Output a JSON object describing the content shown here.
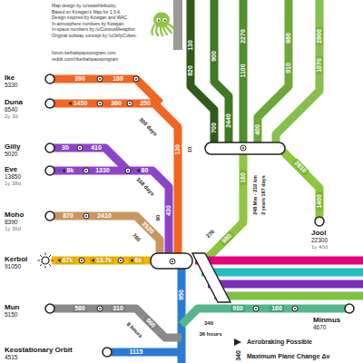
{
  "diagram": {
    "nodes": [
      {
        "text": [
          "Ike",
          "5330"
        ]
      },
      {
        "text": [
          "Duna",
          "6540",
          "2y 3d"
        ]
      },
      {
        "text": [
          "Gilly",
          "5020"
        ]
      },
      {
        "text": [
          "Eve",
          "13850",
          "1y 38d"
        ]
      },
      {
        "text": [
          "Moho",
          "8390",
          "1y 36d"
        ]
      },
      {
        "text": [
          "Kerbol",
          "91050"
        ]
      },
      {
        "text": [
          "Mun",
          "5150"
        ]
      },
      {
        "text": [
          "Keostationary Orbit",
          "4515"
        ]
      },
      {
        "text": [
          "Jool",
          "22300",
          "1y 40d"
        ]
      },
      {
        "text": [
          "Minmus",
          "4670"
        ]
      }
    ],
    "labels": [
      "Map design by /u/swashlebucky.",
      "Based on Kowgan's Map for 1.0.4.",
      "Design inspired by Kowgan and WAC.",
      "In-atmosphere numbers by Kowgan.",
      "In-space numbers by /u/CuriousMetaphor.",
      "Original subway concept by /u/JellyCubes.",
      "forum.kerbalspaceprogram.com",
      "reddit.com/r/kerbalspaceprogram",
      "390",
      "180",
      "1450",
      "360",
      "250",
      "130",
      "10",
      "300 days",
      "30",
      "410",
      "8k",
      "1330",
      "80",
      "430",
      "90",
      "168 days",
      "870",
      "2410",
      "2520",
      "760",
      "67k",
      "13.7k",
      "6k",
      "130",
      "820",
      "900",
      "2270",
      "1100",
      "860",
      "910",
      "2900",
      "1070",
      "2440",
      "700",
      "400",
      "160",
      "248 Mm - 210 km",
      "2 years 167 days",
      "2810",
      "1400",
      "270",
      "980",
      "580",
      "310",
      "860",
      "8 hours",
      "1115",
      "950",
      "340",
      "930",
      "160",
      "36 hours",
      "340"
    ],
    "legend": [
      {
        "text": "Aerobraking Possible"
      },
      {
        "text": "Maximum Plane Change Δv"
      }
    ]
  }
}
